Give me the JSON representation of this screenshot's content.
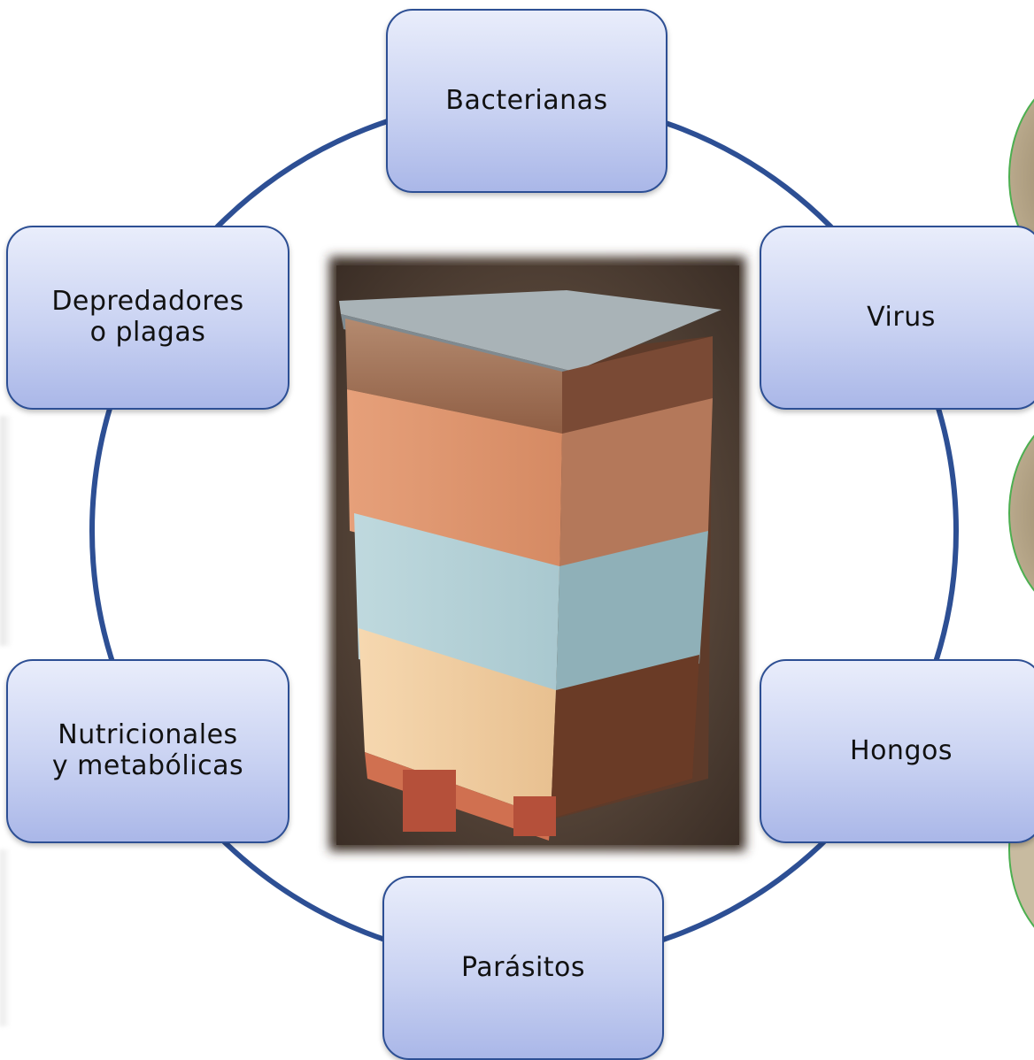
{
  "diagram": {
    "center_image": "beehive-photo",
    "nodes": [
      {
        "id": "bacterianas",
        "label": "Bacterianas"
      },
      {
        "id": "virus",
        "label": "Virus"
      },
      {
        "id": "hongos",
        "label": "Hongos"
      },
      {
        "id": "parasitos",
        "label": "Parásitos"
      },
      {
        "id": "nutricionales",
        "label": "Nutricionales\ny metabólicas"
      },
      {
        "id": "depredadores",
        "label": "Depredadores\no plagas"
      }
    ],
    "colors": {
      "ring": "#2d4f94",
      "node_border": "#2d4f94",
      "node_fill_top": "#e9edfb",
      "node_fill_bottom": "#aab7e8"
    }
  }
}
